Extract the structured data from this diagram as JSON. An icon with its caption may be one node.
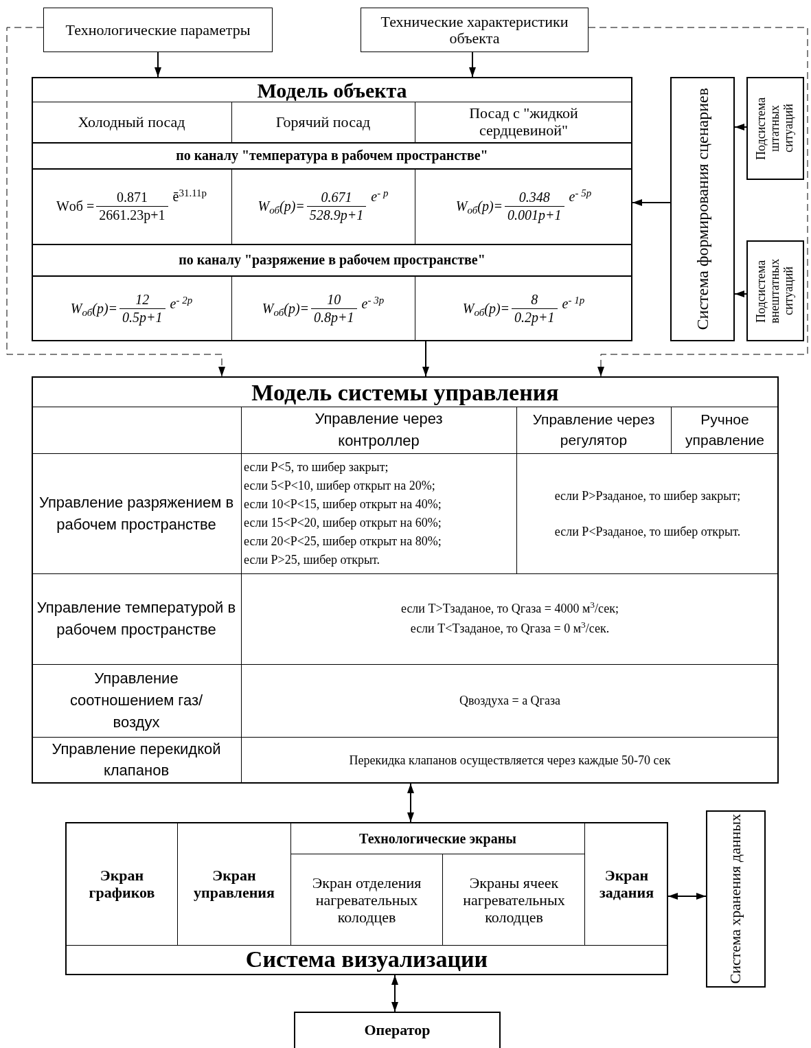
{
  "diagram": {
    "nodes": [
      {
        "text": [
          "Технологические параметры"
        ]
      },
      {
        "text": [
          "Технические характеристики объекта"
        ]
      },
      {
        "text": [
          "Модель объекта"
        ]
      },
      {
        "text": [
          "Система формирования сценариев"
        ]
      },
      {
        "text": [
          "Подсистема штатных ситуаций"
        ]
      },
      {
        "text": [
          "Подсистема внештатных ситуаций"
        ]
      },
      {
        "text": [
          "Модель системы управления"
        ]
      },
      {
        "text": [
          "Система визуализации"
        ]
      },
      {
        "text": [
          "Экран графиков"
        ],
        "in": 7
      },
      {
        "text": [
          "Экран управления"
        ],
        "in": 7
      },
      {
        "text": [
          "Технологические экраны"
        ],
        "in": 7
      },
      {
        "text": [
          "Экран отделения нагревательных колодцев"
        ],
        "in": 10
      },
      {
        "text": [
          "Экраны ячеек нагревательных колодцев"
        ],
        "in": 10
      },
      {
        "text": [
          "Экран задания"
        ],
        "in": 7
      },
      {
        "text": [
          "Система хранения данных"
        ]
      },
      {
        "text": [
          "Оператор"
        ]
      }
    ],
    "edges": [
      {
        "from": 0,
        "to": 2,
        "arrow": "to"
      },
      {
        "from": 1,
        "to": 2,
        "arrow": "to"
      },
      {
        "from": 4,
        "to": 3,
        "arrow": "to"
      },
      {
        "from": 5,
        "to": 3,
        "arrow": "to"
      },
      {
        "from": 3,
        "to": 2,
        "arrow": "to"
      },
      {
        "from": 2,
        "to": 6,
        "arrow": "to"
      },
      {
        "from": 0,
        "to": 6,
        "arrow": "to",
        "style": "dashed"
      },
      {
        "from": 1,
        "to": 6,
        "arrow": "to",
        "style": "dashed"
      },
      {
        "from": 6,
        "to": 7,
        "arrow": "both"
      },
      {
        "from": 7,
        "to": 14,
        "arrow": "both"
      },
      {
        "from": 7,
        "to": 15,
        "arrow": "both"
      }
    ],
    "labels": [
      "Холодный посад",
      "Горячий посад",
      "Посад с \"жидкой сердцевиной\"",
      "по каналу \"температура в рабочем пространстве\"",
      "Wоб =",
      "0.871",
      "2661.23p+1",
      "ē$^{31.11p}$",
      "W$_{об}$(p)=",
      "0.671",
      "528.9p+1",
      "e$^{- p}$",
      "W$_{об}$(p)=",
      "0.348",
      "0.001p+1",
      "e$^{- 5p}$",
      "по каналу \"разряжение в рабочем пространстве\"",
      "W$_{об}$(p)=",
      "12",
      "0.5p+1",
      "e$^{- 2p}$",
      "W$_{об}$(p)=",
      "10",
      "0.8p+1",
      "e$^{- 3p}$",
      "W$_{об}$(p)=",
      "8",
      "0.2p+1",
      "e$^{- 1p}$",
      "Управление через контроллер",
      "Управление через регулятор",
      "Ручное управление",
      "Управление разряжением в рабочем пространстве",
      "если P<5, то шибер закрыт;",
      "если 5<P<10, шибер открыт на 20%;",
      "если 10<P<15, шибер открыт на 40%;",
      "если 15<P<20, шибер открыт на 60%;",
      "если 20<P<25, шибер открыт на 80%;",
      "если P>25, шибер открыт.",
      "если P>Pзаданое, то шибер закрыт;",
      "если P<Pзаданое, то шибер открыт.",
      "Управление температурой в рабочем пространстве",
      "если T>Tзаданое, то Qгаза = 4000 м$^{3}$/сек;",
      "если T<Tзаданое, то Qгаза = 0 м$^{3}$/сек.",
      "Управление соотношением газ/воздух",
      "Qвоздуха = а Qгаза",
      "Управление перекидкой клапанов",
      "Перекидка клапанов осуществляется через каждые 50-70 сек"
    ]
  }
}
